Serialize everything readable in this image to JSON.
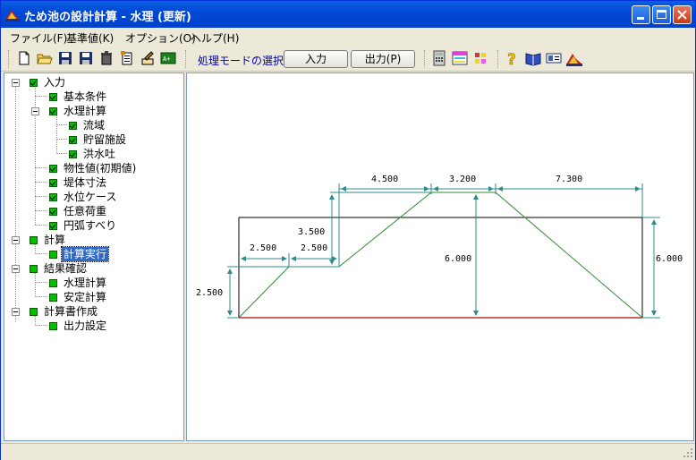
{
  "window": {
    "title": "ため池の設計計算 - 水理 (更新)",
    "controls": [
      "minimize-icon",
      "maximize-icon",
      "close-icon"
    ]
  },
  "menu": {
    "items": [
      "ファイル(F)",
      "基準値(K)",
      "オプション(O)",
      "ヘルプ(H)"
    ]
  },
  "toolbar": {
    "mode_label": "処理モードの選択",
    "input_button": "入力",
    "output_button": "出力(P)"
  },
  "tree": {
    "nodes": [
      {
        "label": "入力"
      },
      {
        "label": "基本条件"
      },
      {
        "label": "水理計算"
      },
      {
        "label": "流域"
      },
      {
        "label": "貯留施設"
      },
      {
        "label": "洪水吐"
      },
      {
        "label": "物性値(初期値)"
      },
      {
        "label": "堤体寸法"
      },
      {
        "label": "水位ケース"
      },
      {
        "label": "任意荷重"
      },
      {
        "label": "円弧すべり"
      },
      {
        "label": "計算"
      },
      {
        "label": "計算実行",
        "selected": true
      },
      {
        "label": "結果確認"
      },
      {
        "label": "水理計算"
      },
      {
        "label": "安定計算"
      },
      {
        "label": "計算書作成"
      },
      {
        "label": "出力設定"
      }
    ]
  },
  "diagram": {
    "dims": {
      "top_left": "4.500",
      "top_mid": "3.200",
      "top_right": "7.300",
      "berm_height": "3.500",
      "left_w1": "2.500",
      "left_w2": "2.500",
      "base_height": "2.500",
      "crest_height": "6.000",
      "right_height": "6.000"
    }
  }
}
